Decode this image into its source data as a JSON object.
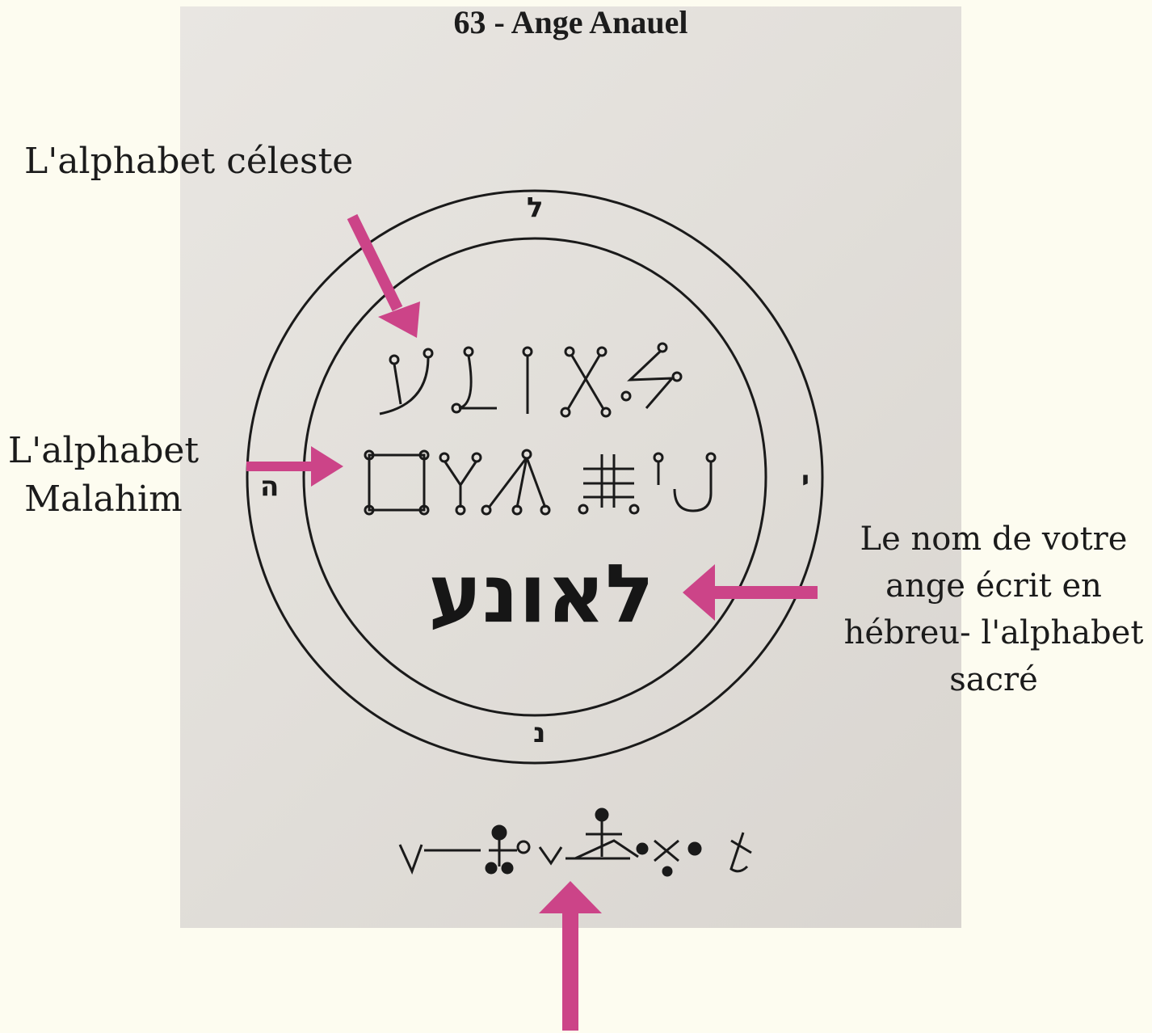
{
  "photo": {
    "title": "63 - Ange Anauel",
    "hebrew_name": "לאונע",
    "rim_letters": {
      "top": "ל",
      "left": "ה",
      "right": "י",
      "bottom": "נ"
    }
  },
  "annotations": {
    "celeste": "L'alphabet céleste",
    "malahim_line1": "L'alphabet",
    "malahim_line2": "Malahim",
    "hebreu_line1": "Le nom de votre",
    "hebreu_line2": "ange écrit en",
    "hebreu_line3": "hébreu- l'alphabet",
    "hebreu_line4": "sacré"
  },
  "colors": {
    "arrow": "#cc4488",
    "ink": "#1a1a1a",
    "page_background": "#fdfcf0"
  }
}
